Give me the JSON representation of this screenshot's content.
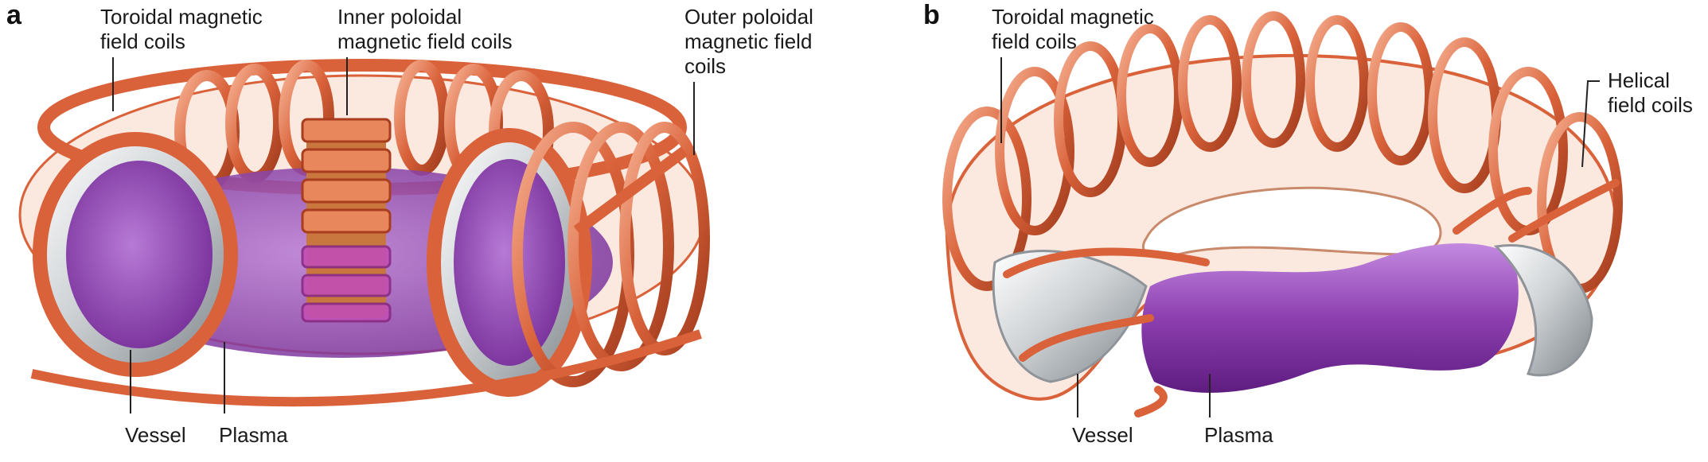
{
  "panels": [
    {
      "letter": "a",
      "labels": {
        "toroidal": [
          "Toroidal magnetic",
          "field coils"
        ],
        "inner_poloidal": [
          "Inner poloidal",
          "magnetic field coils"
        ],
        "outer_poloidal": [
          "Outer poloidal",
          "magnetic field",
          "coils"
        ],
        "vessel": "Vessel",
        "plasma": "Plasma"
      }
    },
    {
      "letter": "b",
      "labels": {
        "toroidal": [
          "Toroidal magnetic",
          "field coils"
        ],
        "helical": [
          "Helical",
          "field coils"
        ],
        "vessel": "Vessel",
        "plasma": "Plasma"
      }
    }
  ],
  "colors": {
    "copper": "#d9623a",
    "copper_dark": "#a83e1e",
    "copper_light": "#f2a07c",
    "steel": "#cfd3d6",
    "steel_dark": "#8e9499",
    "plasma": "#8d3fb0",
    "plasma_light": "#b77ad6",
    "text": "#1a1a1a"
  }
}
